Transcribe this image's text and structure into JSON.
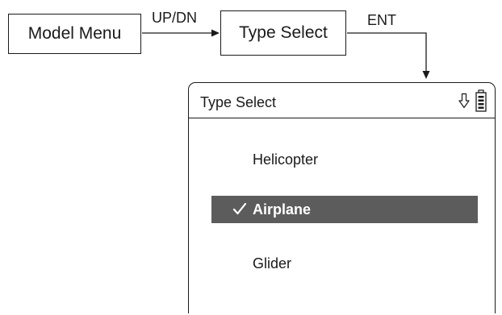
{
  "flow": {
    "step1": "Model Menu",
    "step2": "Type Select",
    "arrow1_label": "UP/DN",
    "arrow2_label": "ENT"
  },
  "screen": {
    "title": "Type Select",
    "status_icons": [
      "down-arrow-icon",
      "battery-icon"
    ],
    "items": [
      {
        "label": "Helicopter",
        "selected": false
      },
      {
        "label": "Airplane",
        "selected": true
      },
      {
        "label": "Glider",
        "selected": false
      }
    ],
    "highlight_color": "#5c5c5c"
  }
}
